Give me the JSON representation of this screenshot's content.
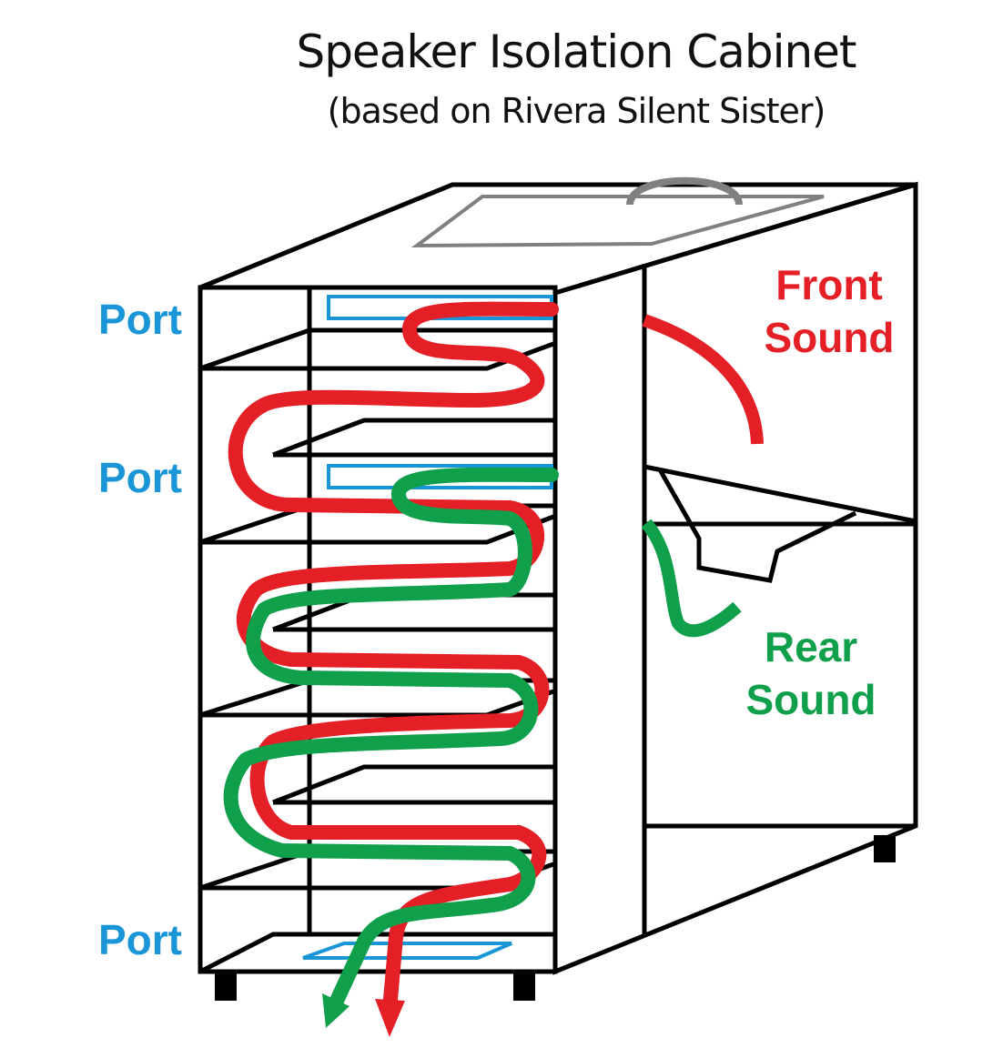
{
  "title": "Speaker Isolation Cabinet",
  "subtitle": "(based on Rivera Silent Sister)",
  "labels": {
    "port_top": "Port",
    "port_middle": "Port",
    "port_bottom": "Port",
    "front_sound_line1": "Front",
    "front_sound_line2": "Sound",
    "rear_sound_line1": "Rear",
    "rear_sound_line2": "Sound"
  },
  "colors": {
    "front_sound": "#e41f26",
    "rear_sound": "#10a04b",
    "port": "#1a96d8",
    "outline": "#000000",
    "handle": "#808080"
  }
}
